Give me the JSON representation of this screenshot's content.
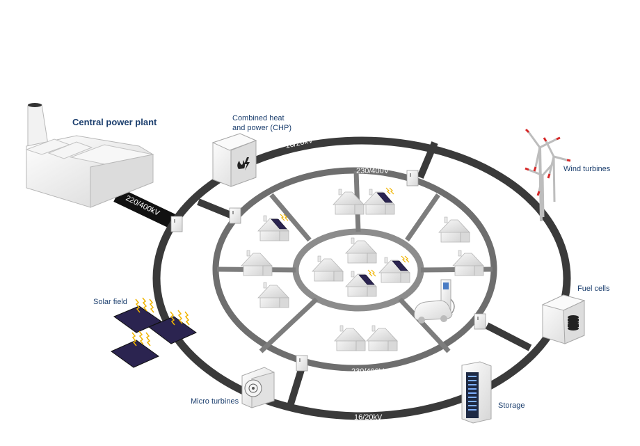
{
  "labels": {
    "central_power_plant": "Central power plant",
    "chp_line1": "Combined heat",
    "chp_line2": "and power  (CHP)",
    "wind_turbines": "Wind turbines",
    "solar_field": "Solar field",
    "fuel_cells": "Fuel cells",
    "micro_turbines": "Micro turbines",
    "storage": "Storage"
  },
  "voltages": {
    "transmission": "220/400kV",
    "medium_top": "16/20kV",
    "medium_bottom": "16/20kV",
    "low_top": "230/400V",
    "low_bottom": "230/400V"
  },
  "colors": {
    "outer_ring": "#3a3a3a",
    "middle_ring": "#6e6e6e",
    "inner_ring": "#8c8c8c",
    "transmission_line": "#111111",
    "label_text": "#1c3f6e",
    "solar_panel": "#2b2450",
    "sun_arrow": "#f0b400",
    "turbine_tip": "#d62828"
  }
}
